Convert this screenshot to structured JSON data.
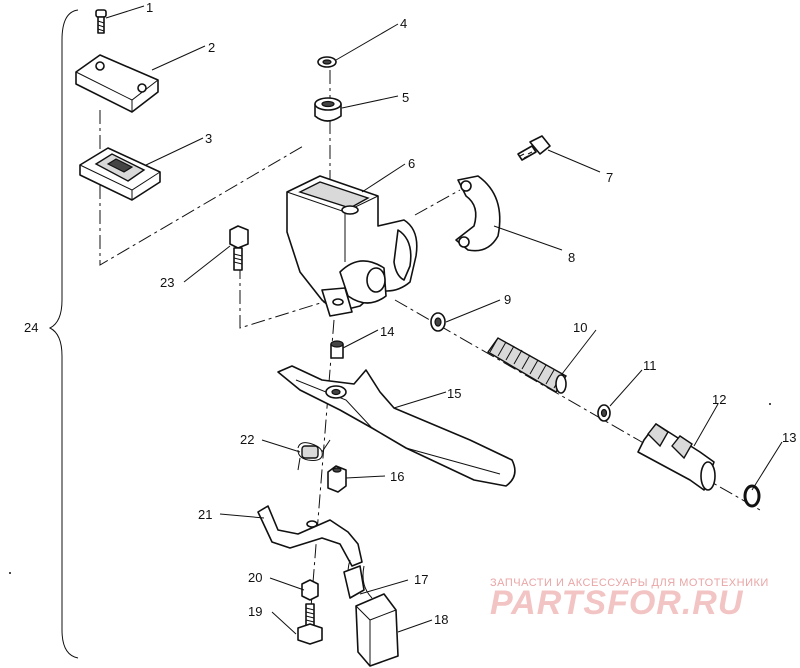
{
  "parts": [
    {
      "num": "1"
    },
    {
      "num": "2"
    },
    {
      "num": "3"
    },
    {
      "num": "4"
    },
    {
      "num": "5"
    },
    {
      "num": "6"
    },
    {
      "num": "7"
    },
    {
      "num": "8"
    },
    {
      "num": "9"
    },
    {
      "num": "10"
    },
    {
      "num": "11"
    },
    {
      "num": "12"
    },
    {
      "num": "13"
    },
    {
      "num": "14"
    },
    {
      "num": "15"
    },
    {
      "num": "16"
    },
    {
      "num": "17"
    },
    {
      "num": "18"
    },
    {
      "num": "19"
    },
    {
      "num": "20"
    },
    {
      "num": "21"
    },
    {
      "num": "22"
    },
    {
      "num": "23"
    }
  ],
  "assembly": {
    "num": "24"
  },
  "watermark": {
    "tagline": "ЗАПЧАСТИ И АКСЕССУАРЫ ДЛЯ МОТОТЕХНИКИ",
    "brand": "PARTSFOR.RU",
    "tagline_color": "#e9a5a5",
    "brand_color": "#f2c4c4"
  }
}
